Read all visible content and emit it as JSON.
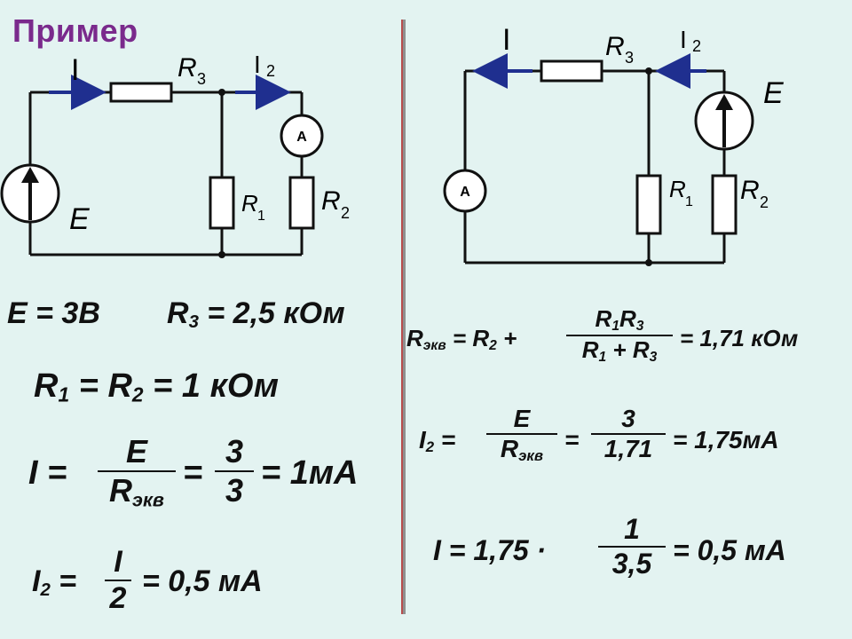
{
  "title": "Пример",
  "left_circuit": {
    "current_total": "I",
    "current_branch": "I",
    "current_branch_sub": "2",
    "r3": "R",
    "r3_sub": "3",
    "r1": "R",
    "r1_sub": "1",
    "r2": "R",
    "r2_sub": "2",
    "source": "E",
    "ammeter": "A"
  },
  "right_circuit": {
    "current_total": "I",
    "current_branch": "I",
    "current_branch_sub": "2",
    "r3": "R",
    "r3_sub": "3",
    "r1": "R",
    "r1_sub": "1",
    "r2": "R",
    "r2_sub": "2",
    "source": "E",
    "ammeter": "A"
  },
  "left_equations": {
    "e_value": "E = 3В",
    "r3_lhs": "R",
    "r3_sub": "3",
    "r3_rhs": "= 2,5 кОм",
    "r12_a": "R",
    "r12_a_sub": "1",
    "r12_b": "= R",
    "r12_b_sub": "2",
    "r12_rhs": "= 1 кОм",
    "i_lhs": "I =",
    "i_num": "E",
    "i_den": "R",
    "i_den_sub": "экв",
    "i_eq": "=",
    "i_num2": "3",
    "i_den2": "3",
    "i_rhs": "= 1мА",
    "i2_lhs": "I",
    "i2_sub": "2",
    "i2_eq": "=",
    "i2_num": "I",
    "i2_den": "2",
    "i2_rhs": "= 0,5 мА"
  },
  "right_equations": {
    "req_lhs": "R",
    "req_sub": "экв",
    "req_eq": "= R",
    "req_eq_sub": "2",
    "req_plus": "+",
    "req_num": "R",
    "req_num_sub1": "1",
    "req_num_b": "R",
    "req_num_sub2": "3",
    "req_den": "R",
    "req_den_sub1": "1",
    "req_den_plus": "+ R",
    "req_den_sub2": "3",
    "req_rhs": "= 1,71 кОм",
    "i2_lhs": "I",
    "i2_sub": "2",
    "i2_eq": "=",
    "i2_num": "E",
    "i2_den": "R",
    "i2_den_sub": "экв",
    "i2_eq2": "=",
    "i2_num2": "3",
    "i2_den2": "1,71",
    "i2_rhs": "= 1,75мА",
    "i_lhs": "I = 1,75 ·",
    "i_num": "1",
    "i_den": "3,5",
    "i_rhs": "= 0,5 мА"
  },
  "colors": {
    "arrow": "#1f2f8f",
    "title": "#7a2a8c",
    "background": "#e3f3f1"
  }
}
